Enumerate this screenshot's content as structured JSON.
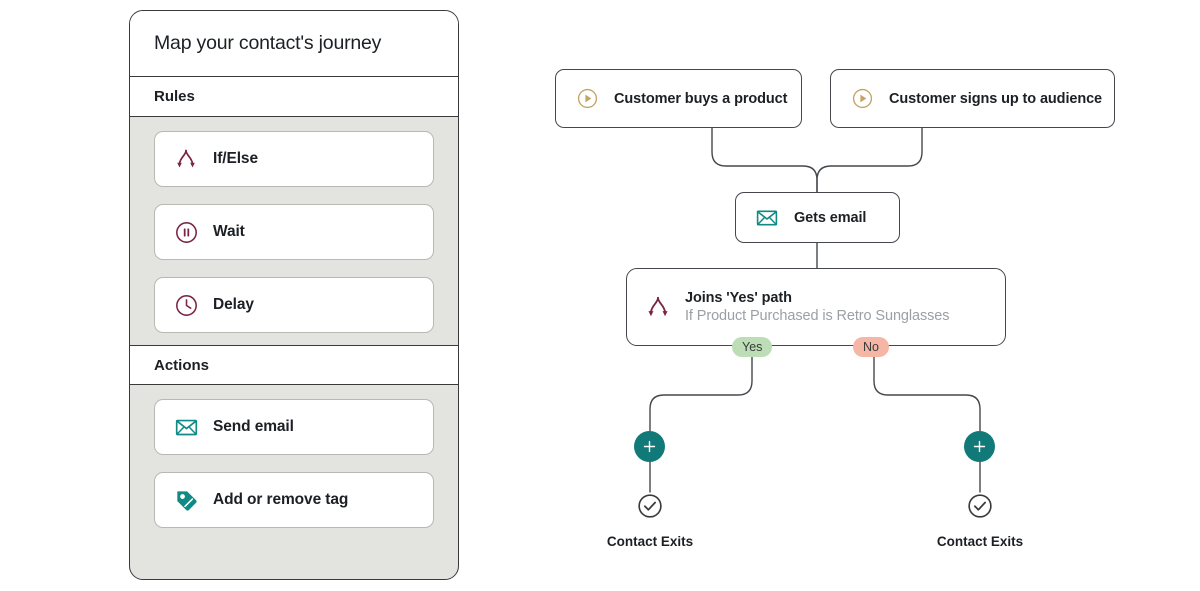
{
  "sidebar": {
    "title": "Map your contact's journey",
    "sections": [
      {
        "label": "Rules",
        "items": [
          {
            "label": "If/Else",
            "icon": "branch-icon",
            "color": "#7b2446"
          },
          {
            "label": "Wait",
            "icon": "pause-circle-icon",
            "color": "#7b2446"
          },
          {
            "label": "Delay",
            "icon": "clock-icon",
            "color": "#7b2446"
          }
        ]
      },
      {
        "label": "Actions",
        "items": [
          {
            "label": "Send email",
            "icon": "envelope-icon",
            "color": "#0f8a86"
          },
          {
            "label": "Add or remove tag",
            "icon": "tag-icon",
            "color": "#0f8a86"
          }
        ]
      }
    ]
  },
  "flow": {
    "triggers": [
      {
        "label": "Customer buys a product",
        "icon": "play-circle-icon",
        "color": "#c2a464"
      },
      {
        "label": "Customer signs up to audience",
        "icon": "play-circle-icon",
        "color": "#c2a464"
      }
    ],
    "email_node": {
      "label": "Gets email",
      "icon": "envelope-icon",
      "color": "#0f8a86"
    },
    "condition_node": {
      "title": "Joins 'Yes' path",
      "subtitle": "If Product Purchased is Retro Sunglasses",
      "icon": "branch-icon",
      "color": "#7b2446"
    },
    "branches": [
      {
        "label": "Yes",
        "color": "#bcddb6"
      },
      {
        "label": "No",
        "color": "#f6b6a5"
      }
    ],
    "add_buttons": [
      {
        "icon": "plus-icon",
        "color": "#117a78"
      },
      {
        "icon": "plus-icon",
        "color": "#117a78"
      }
    ],
    "exits": [
      {
        "label": "Contact Exits",
        "icon": "check-circle-icon"
      },
      {
        "label": "Contact Exits",
        "icon": "check-circle-icon"
      }
    ]
  }
}
